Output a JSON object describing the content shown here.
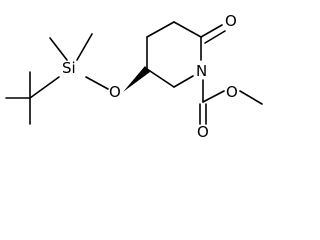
{
  "structure": {
    "atoms": [
      {
        "id": "si",
        "element": "Si",
        "label": "Si"
      },
      {
        "id": "o_ether",
        "element": "O",
        "label": "O"
      },
      {
        "id": "n_ring",
        "element": "N",
        "label": "N"
      },
      {
        "id": "o_lactam",
        "element": "O",
        "label": "O"
      },
      {
        "id": "o_carbonyl",
        "element": "O",
        "label": "O"
      },
      {
        "id": "o_methoxy",
        "element": "O",
        "label": "O"
      }
    ],
    "colors": {
      "bond": "#000000",
      "label": "#000000",
      "background": "#ffffff"
    }
  }
}
